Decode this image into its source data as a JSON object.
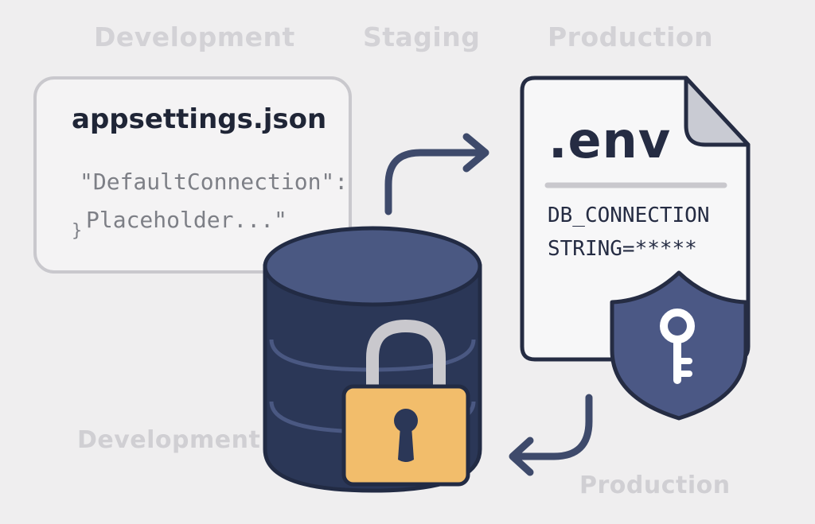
{
  "environments": {
    "top": [
      "Development",
      "Staging",
      "Production"
    ],
    "bottom_left": "Development",
    "bottom_right": "Production"
  },
  "config_file": {
    "filename": "appsettings.json",
    "key_line": "\"DefaultConnection\":",
    "value_line": "Placeholder...\"",
    "brace": "}"
  },
  "env_file": {
    "filename": ".env",
    "line1": "DB_CONNECTION",
    "line2": "STRING=*****"
  },
  "icons": [
    "database-icon",
    "padlock-icon",
    "shield-key-icon",
    "arrow-up-right-icon",
    "arrow-down-left-icon",
    "folded-document-icon"
  ],
  "colors": {
    "navy": "#2b3757",
    "database_top": "#4a5882",
    "lock_body": "#f2bd6b",
    "lock_shackle": "#c9c8cd",
    "shield": "#4b5885",
    "faint_label": "#d3d2d6"
  }
}
